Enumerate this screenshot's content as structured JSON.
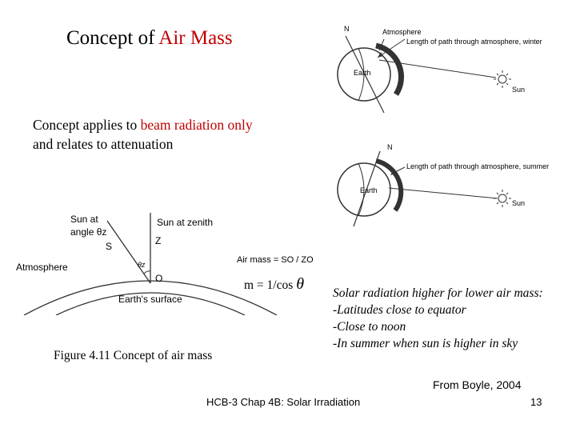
{
  "title": {
    "prefix": "Concept of ",
    "highlight": "Air Mass"
  },
  "concept": {
    "line1_prefix": "Concept applies to ",
    "line1_highlight": "beam radiation only",
    "line2": "and relates to attenuation"
  },
  "winter_diagram": {
    "north": "N",
    "atmosphere": "Atmosphere",
    "path_label": "Length of path through atmosphere, winter",
    "earth": "Earth",
    "sun": "Sun"
  },
  "summer_diagram": {
    "north": "N",
    "path_label": "Length of path through atmosphere, summer",
    "earth": "Earth",
    "sun": "Sun"
  },
  "airmass_diagram": {
    "sun_at_angle_line1": "Sun at",
    "sun_at_angle_line2": "angle θz",
    "sun_at_zenith": "Sun at zenith",
    "z": "Z",
    "s": "S",
    "atmosphere": "Atmosphere",
    "theta_z": "θz",
    "o": "O",
    "airmass_eq": "Air mass = SO / ZO",
    "earth_surface": "Earth's surface"
  },
  "formula": {
    "text": "m = 1/cos",
    "symbol": "θ"
  },
  "figure_caption": "Figure 4.11 Concept of air mass",
  "solar_notes": [
    "Solar radiation higher for lower air mass:",
    "-Latitudes close to equator",
    "-Close to noon",
    "-In summer when sun is higher in sky"
  ],
  "source": "From Boyle, 2004",
  "footer": "HCB-3 Chap 4B: Solar Irradiation",
  "page_number": "13"
}
